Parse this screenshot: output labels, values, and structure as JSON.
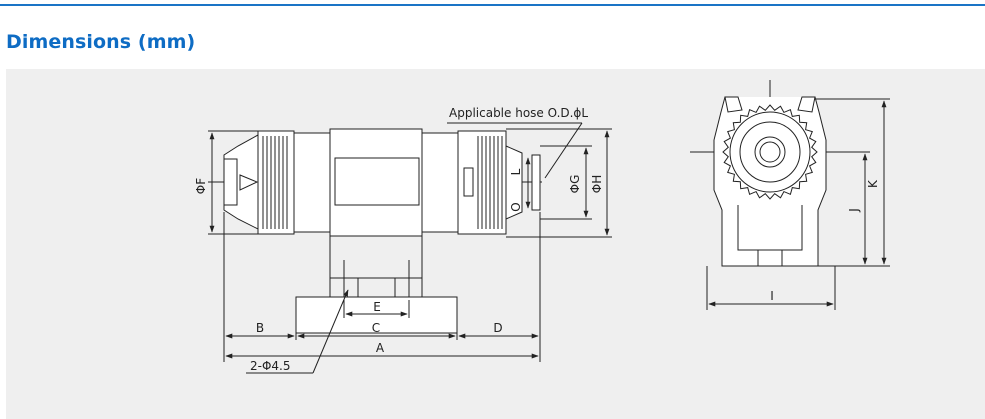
{
  "section": {
    "title": "Dimensions (mm)"
  },
  "drawing": {
    "callout_hose": "Applicable hose O.D.ϕL",
    "dim_F": "ΦF",
    "dim_G": "ΦG",
    "dim_H": "ΦH",
    "dim_L": "L",
    "dim_O": "O",
    "dim_A": "A",
    "dim_B": "B",
    "dim_C": "C",
    "dim_D": "D",
    "dim_E": "E",
    "dim_hole": "2-Φ4.5",
    "dim_I": "I",
    "dim_J": "J",
    "dim_K": "K"
  },
  "colors": {
    "accent": "#0e6cc4",
    "rule": "#1a74c6",
    "panel": "#efefef",
    "line": "#222222"
  }
}
